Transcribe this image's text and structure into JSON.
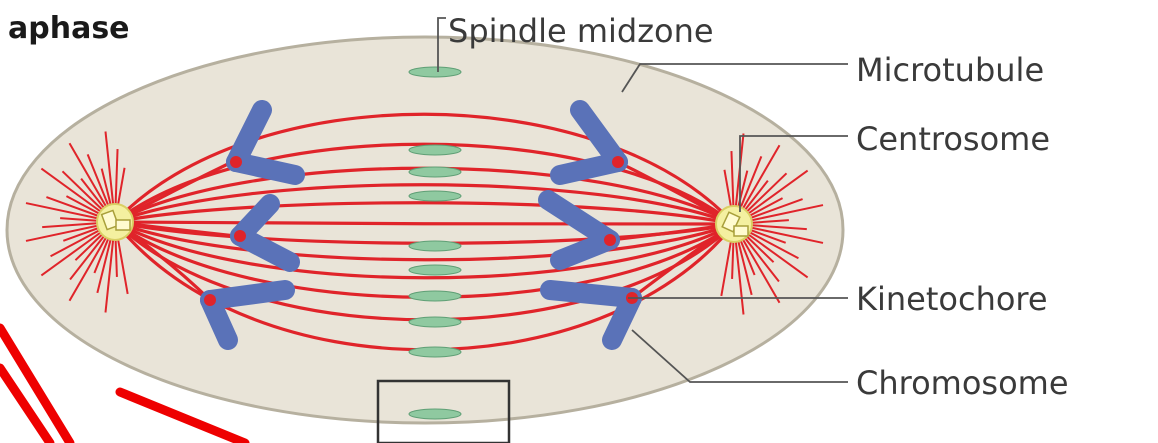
{
  "figure": {
    "title": "aphase",
    "labels": {
      "spindle_midzone": "Spindle midzone",
      "microtubule": "Microtubule",
      "centrosome": "Centrosome",
      "kinetochore": "Kinetochore",
      "chromosome": "Chromosome"
    },
    "colors": {
      "cell_fill": "#e9e4d8",
      "cell_outline": "#b6b09f",
      "microtubule": "#e0242a",
      "chromosome": "#5a72b8",
      "chromosome_dark": "#3f5696",
      "midzone_overlap": "#8fc9a0",
      "centrosome_fill": "#f4f0a0",
      "annotation_arrow": "#ee0000",
      "leader_line": "#555555",
      "highlight_box": "#333333"
    }
  }
}
